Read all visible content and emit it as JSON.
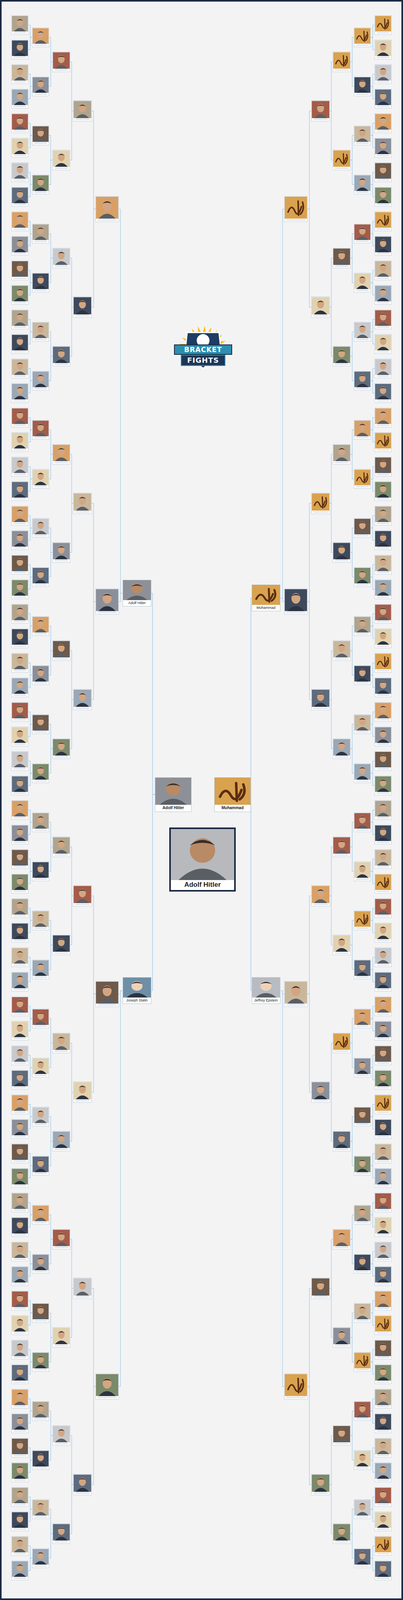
{
  "diagram": {
    "nodes": [
      {
        "text": [
          "Adolf Hitler"
        ]
      },
      {
        "text": [
          "Joseph Stalin"
        ]
      },
      {
        "text": [
          "Muhammad"
        ]
      },
      {
        "text": [
          "Jeffrey Epstein"
        ]
      },
      {
        "text": [
          "Adolf Hitler"
        ]
      },
      {
        "text": [
          "Muhammad"
        ]
      },
      {
        "text": [
          "Adolf Hitler"
        ]
      }
    ],
    "edges": [
      {
        "from": 0,
        "to": 4,
        "arrow": "none"
      },
      {
        "from": 1,
        "to": 4,
        "arrow": "none"
      },
      {
        "from": 2,
        "to": 5,
        "arrow": "none"
      },
      {
        "from": 3,
        "to": 5,
        "arrow": "none"
      }
    ],
    "labels": [
      "BRACKET",
      "FIGHTS"
    ]
  }
}
